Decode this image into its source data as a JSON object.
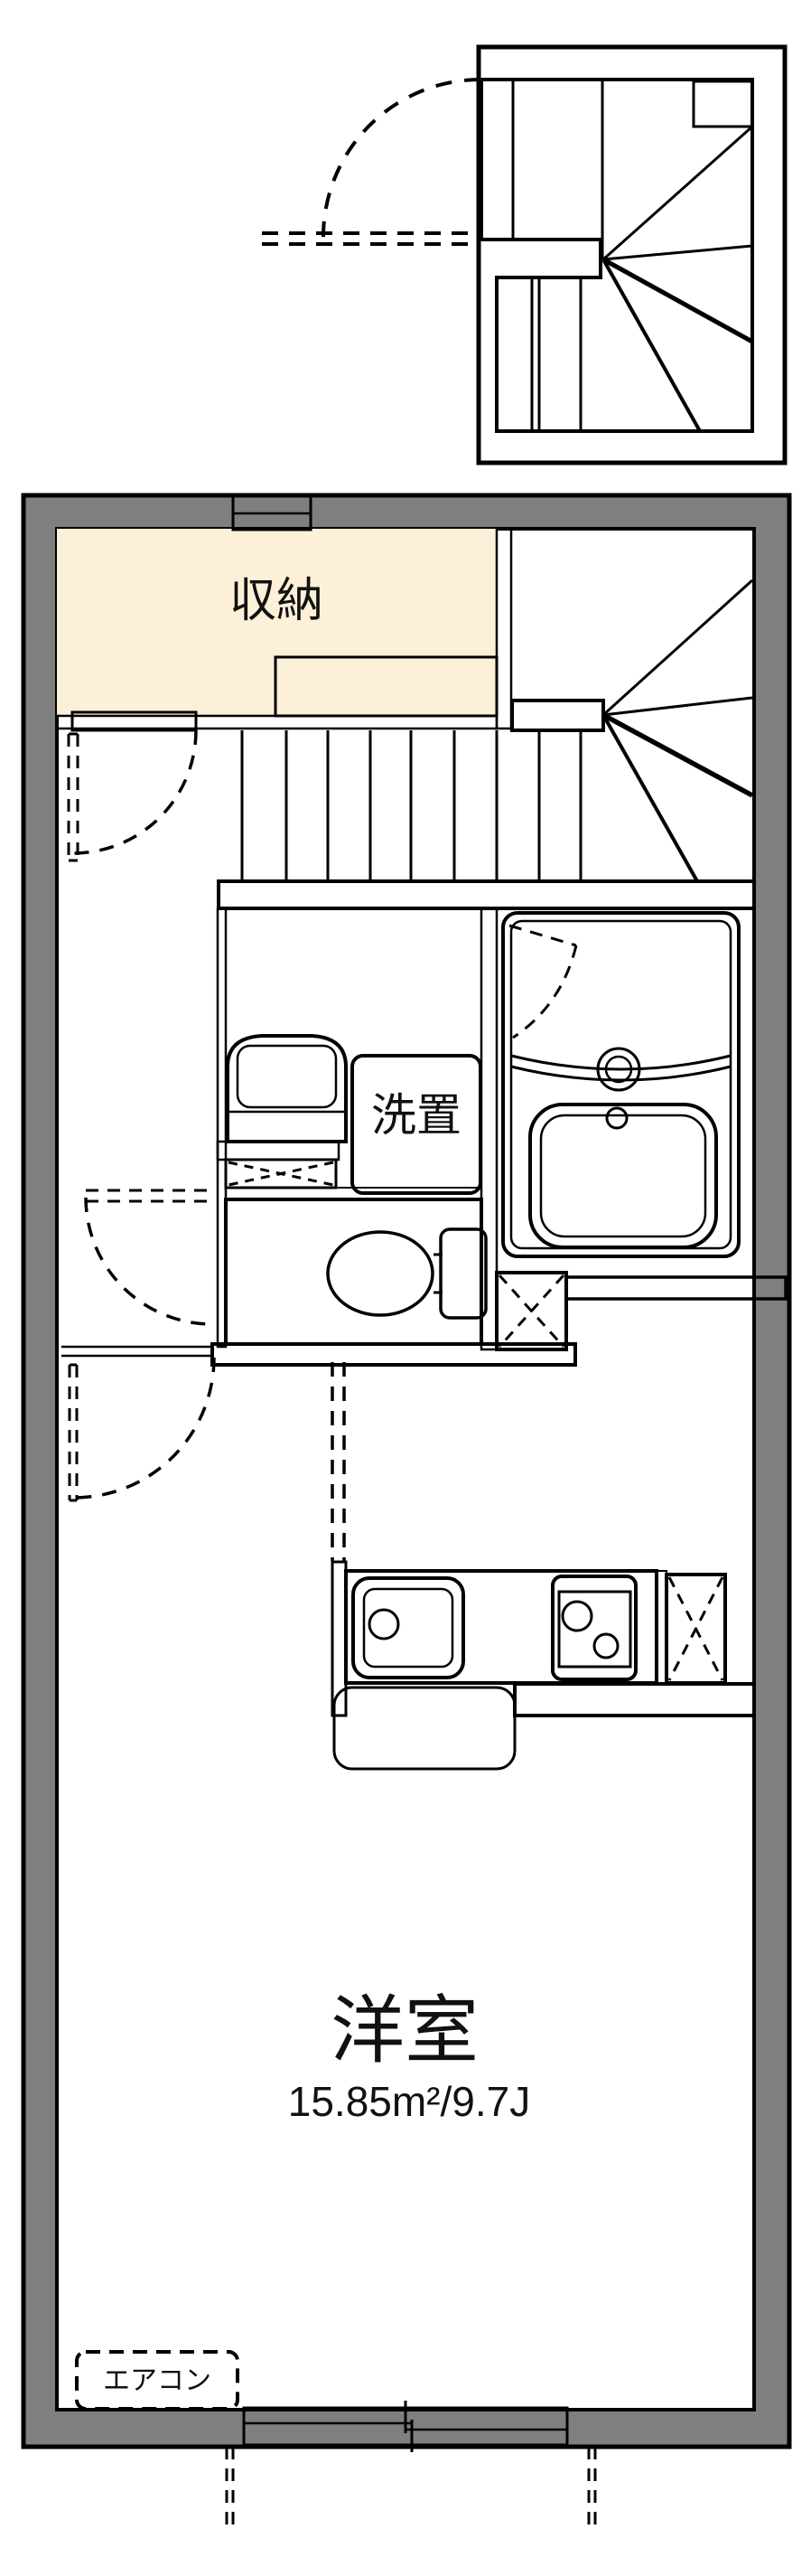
{
  "colors": {
    "wall_gray": "#7f7f7f",
    "closet_cream": "#fcf0d8",
    "fixture_blue": "#dce9f8",
    "sink_inner": "#e9f1fb",
    "line_black": "#000000",
    "background": "#ffffff"
  },
  "floorplan": {
    "storage": {
      "label": "収納"
    },
    "washroom": {
      "washer_label": "洗置"
    },
    "western_room": {
      "label": "洋室",
      "area": "15.85m²/9.7J"
    },
    "aircon": {
      "label": "エアコン"
    }
  }
}
